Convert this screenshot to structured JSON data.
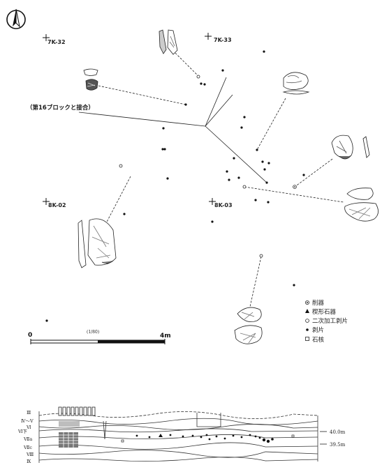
{
  "north": {
    "label": "N",
    "icon": "north-arrow-icon"
  },
  "grid_markers": [
    {
      "id": "7K-32",
      "label": "7K-32"
    },
    {
      "id": "7K-33",
      "label": "7K-33"
    },
    {
      "id": "8K-02",
      "label": "8K-02"
    },
    {
      "id": "8K-03",
      "label": "8K-03"
    }
  ],
  "annotation": {
    "block_link_note": "（第16ブロックと接合）"
  },
  "legend": {
    "items": [
      {
        "symbol": "filled-circle-dot-icon",
        "label": "削器"
      },
      {
        "symbol": "filled-triangle-icon",
        "label": "楔形石器"
      },
      {
        "symbol": "open-circle-icon",
        "label": "二次加工剥片"
      },
      {
        "symbol": "filled-dot-icon",
        "label": "剥片"
      },
      {
        "symbol": "open-square-icon",
        "label": "石核"
      }
    ]
  },
  "scale_bar": {
    "start": "0",
    "end": "4m",
    "ratio": "(1/80)"
  },
  "section": {
    "layers": [
      "Ⅲ",
      "Ⅳ～Ⅴ",
      "Ⅵ",
      "Ⅵ下",
      "Ⅶa",
      "Ⅶc",
      "Ⅷ",
      "Ⅸ"
    ],
    "elevations": [
      "40.0m",
      "39.5m"
    ]
  },
  "colors": {
    "ink": "#1a1a1a",
    "paper": "#ffffff",
    "hatch": "#9a9a9a"
  }
}
